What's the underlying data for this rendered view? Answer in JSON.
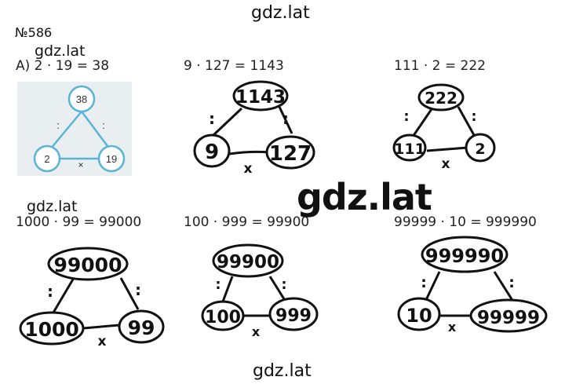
{
  "watermarks": {
    "top": "gdz.lat",
    "upper_left": "gdz.lat",
    "middle_left": "gdz.lat",
    "center_big": "gdz.lat",
    "bottom": "gdz.lat"
  },
  "problem_number": "№586",
  "part_label": "А)",
  "examples": [
    {
      "equation": "2 · 19 = 38",
      "top": "38",
      "left": "2",
      "right": "19",
      "op_side": ":",
      "op_bottom": "×"
    },
    {
      "equation": "9 · 127 = 1143",
      "top": "1143",
      "left": "9",
      "right": "127",
      "op_side": ":",
      "op_bottom": "x"
    },
    {
      "equation": "111 · 2 = 222",
      "top": "222",
      "left": "111",
      "right": "2",
      "op_side": ":",
      "op_bottom": "x"
    },
    {
      "equation": "1000 · 99 = 99000",
      "top": "99000",
      "left": "1000",
      "right": "99",
      "op_side": ":",
      "op_bottom": "x"
    },
    {
      "equation": "100 · 999 = 99900",
      "top": "99900",
      "left": "100",
      "right": "999",
      "op_side": ":",
      "op_bottom": "x"
    },
    {
      "equation": "99999 · 10 = 999990",
      "top": "999990",
      "left": "10",
      "right": "99999",
      "op_side": ":",
      "op_bottom": "x"
    }
  ]
}
